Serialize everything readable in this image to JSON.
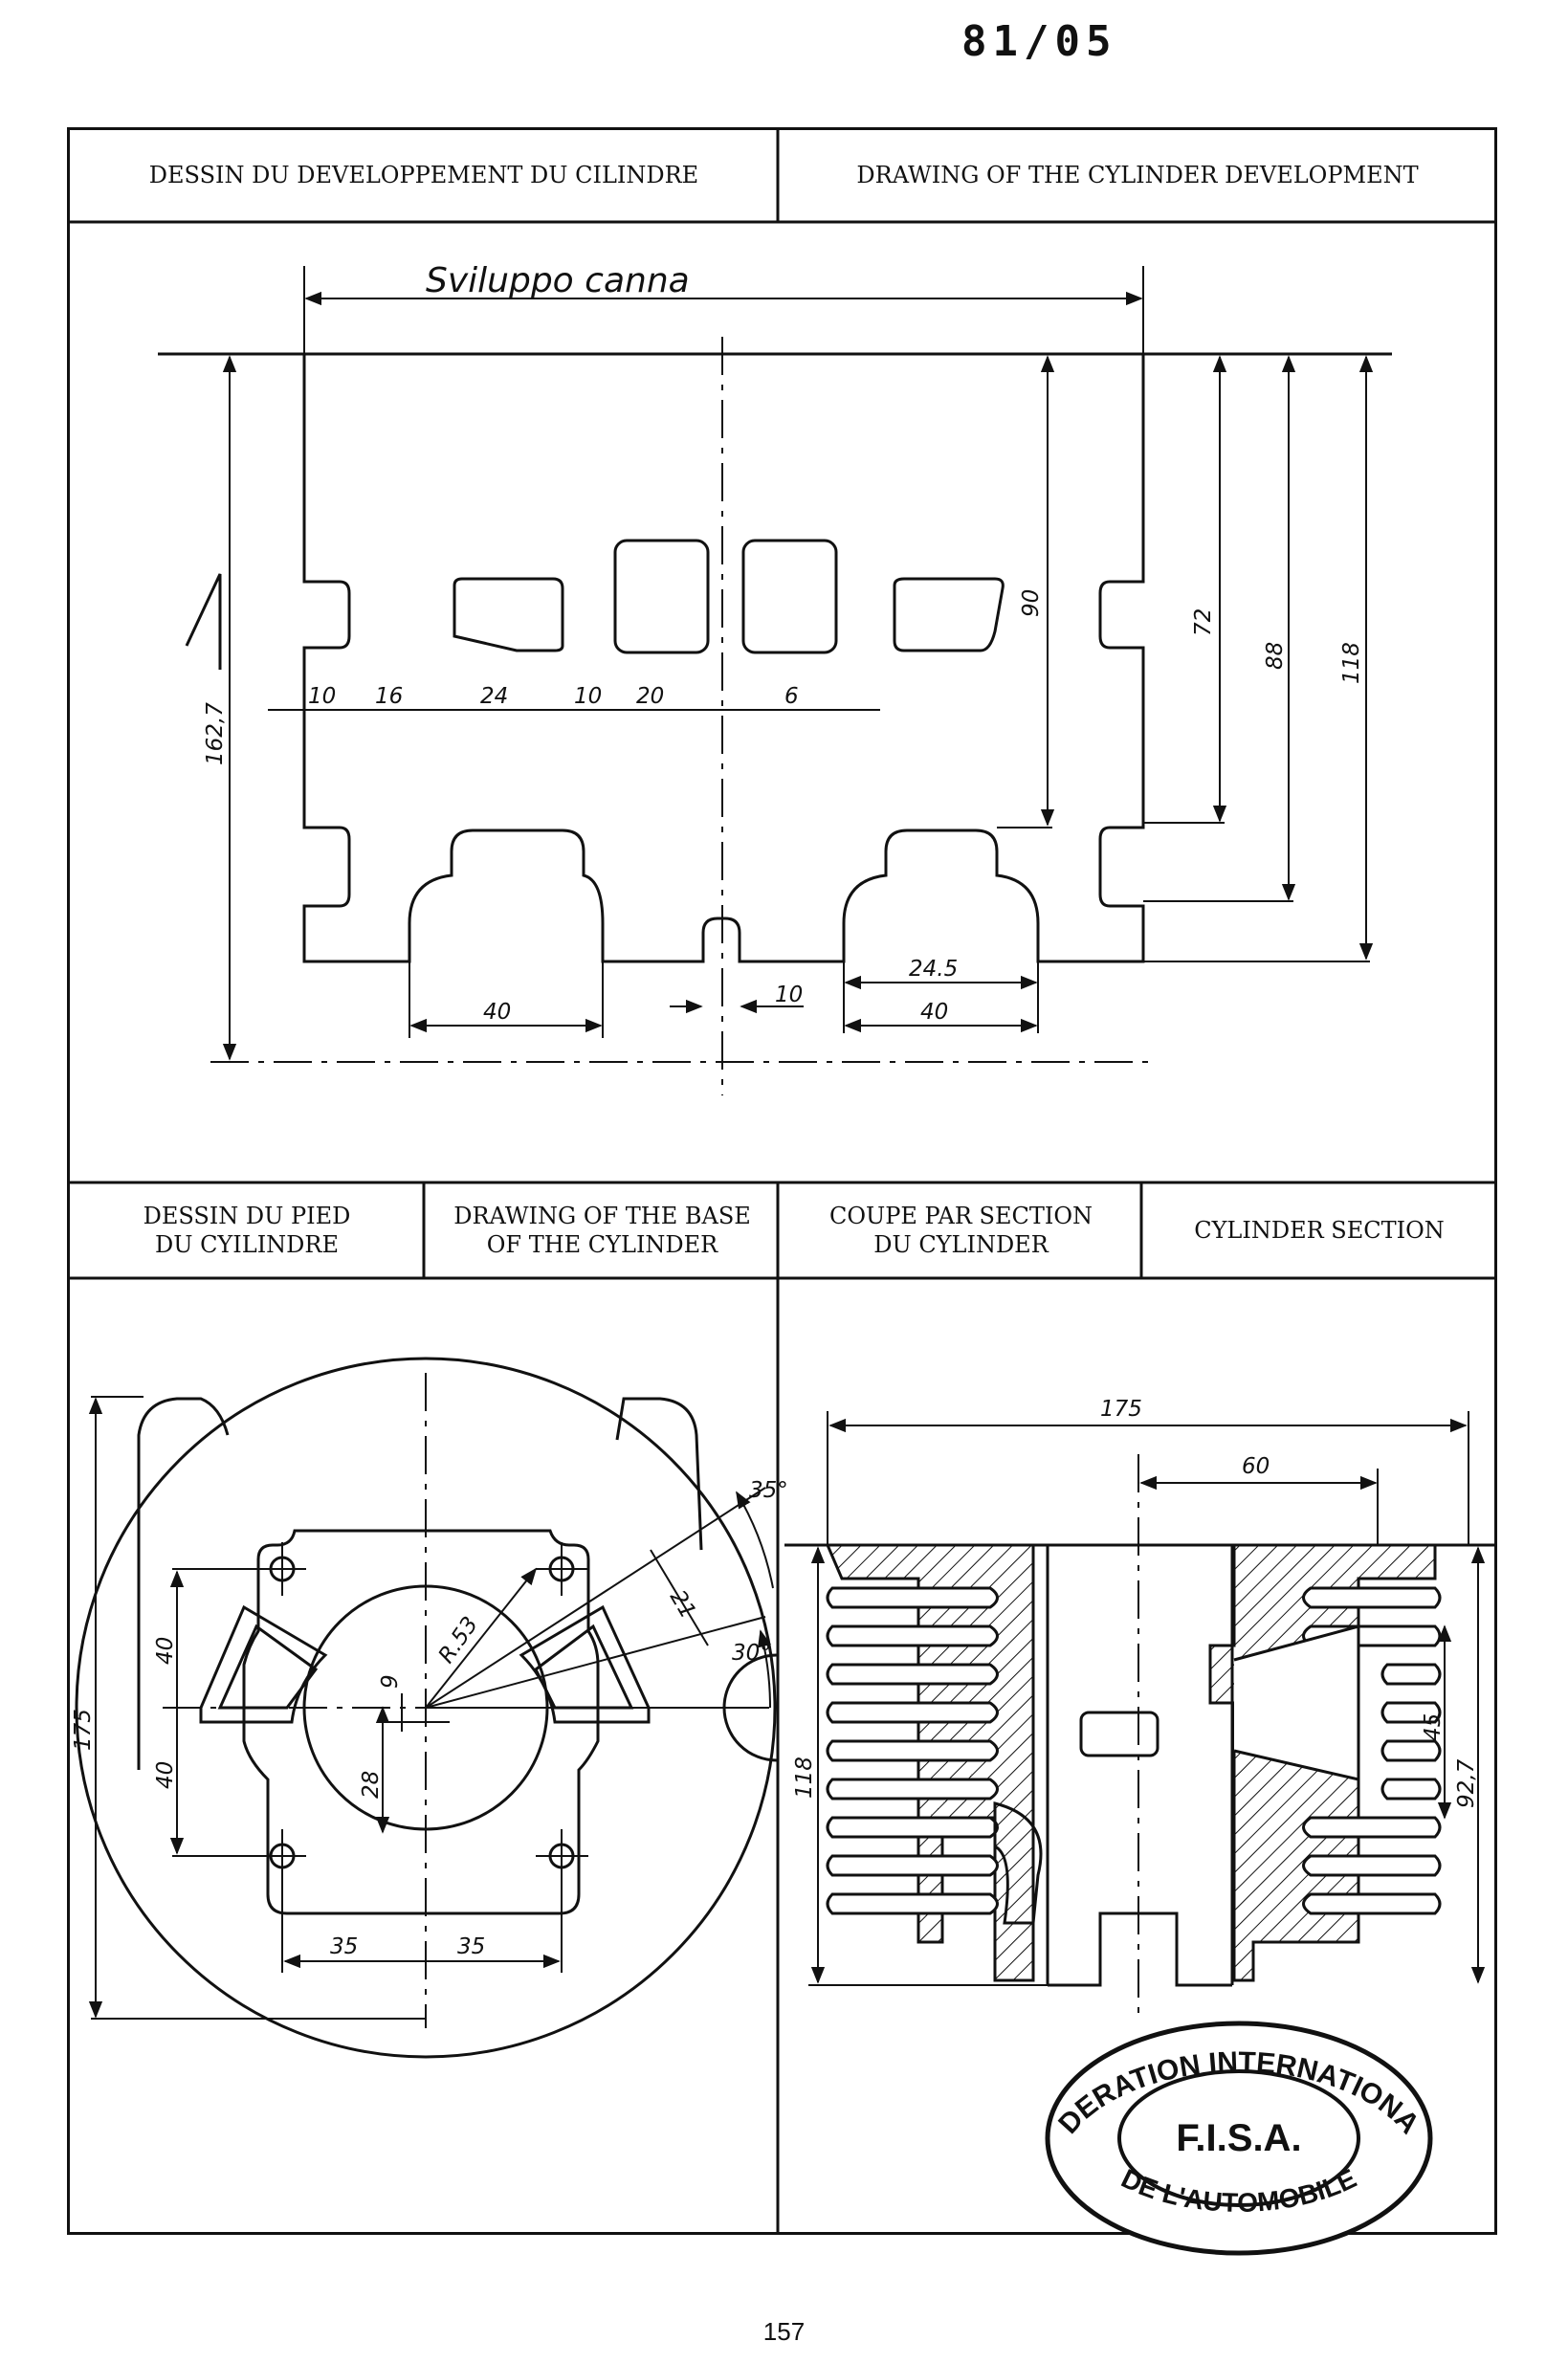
{
  "sheet_number": "81/05",
  "page_number": "157",
  "sections": {
    "development": {
      "header_fr": "DESSIN DU DEVELOPPEMENT DU CILINDRE",
      "header_en": "DRAWING OF THE CYLINDER DEVELOPMENT",
      "title_annotation": "Sviluppo canna",
      "dims": {
        "d162": "162,7",
        "d10a": "10",
        "d16": "16",
        "d24": "24",
        "d10b": "10",
        "d20": "20",
        "d6": "6",
        "d90": "90",
        "d72": "72",
        "d88": "88",
        "d118": "118",
        "d40a": "40",
        "d10c": "10",
        "d24_5": "24.5",
        "d40b": "40"
      }
    },
    "base": {
      "header_fr": "DESSIN DU PIED\nDU CYILINDRE",
      "header_en": "DRAWING OF THE BASE\nOF THE CYLINDER",
      "dims": {
        "d175": "175",
        "d40a": "40",
        "d40b": "40",
        "d9": "9",
        "d28": "28",
        "dR53": "R.53",
        "d21": "21",
        "d35deg": "35°",
        "d30deg": "30°",
        "d35a": "35",
        "d35b": "35"
      }
    },
    "section": {
      "header_fr": "COUPE PAR SECTION\nDU CYLINDER",
      "header_en": "CYLINDER SECTION",
      "dims": {
        "d175": "175",
        "d60": "60",
        "d118": "118",
        "d45": "45",
        "d92_7": "92,7"
      }
    }
  },
  "stamp": {
    "top_text": "FEDERATION INTERNATIONALE",
    "center_text": "F.I.S.A.",
    "bottom_text": "DE L'AUTOMOBILE"
  }
}
